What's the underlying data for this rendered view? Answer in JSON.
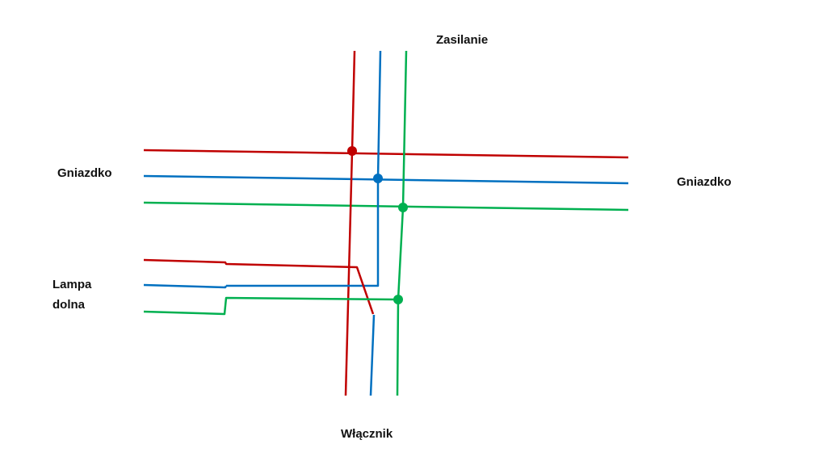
{
  "labels": {
    "power": "Zasilanie",
    "socket_left": "Gniazdko",
    "socket_right": "Gniazdko",
    "lamp_line1": "Lampa",
    "lamp_line2": "dolna",
    "switch": "Włącznik"
  },
  "colors": {
    "red": "#c00000",
    "blue": "#0070c0",
    "green": "#00b050"
  }
}
